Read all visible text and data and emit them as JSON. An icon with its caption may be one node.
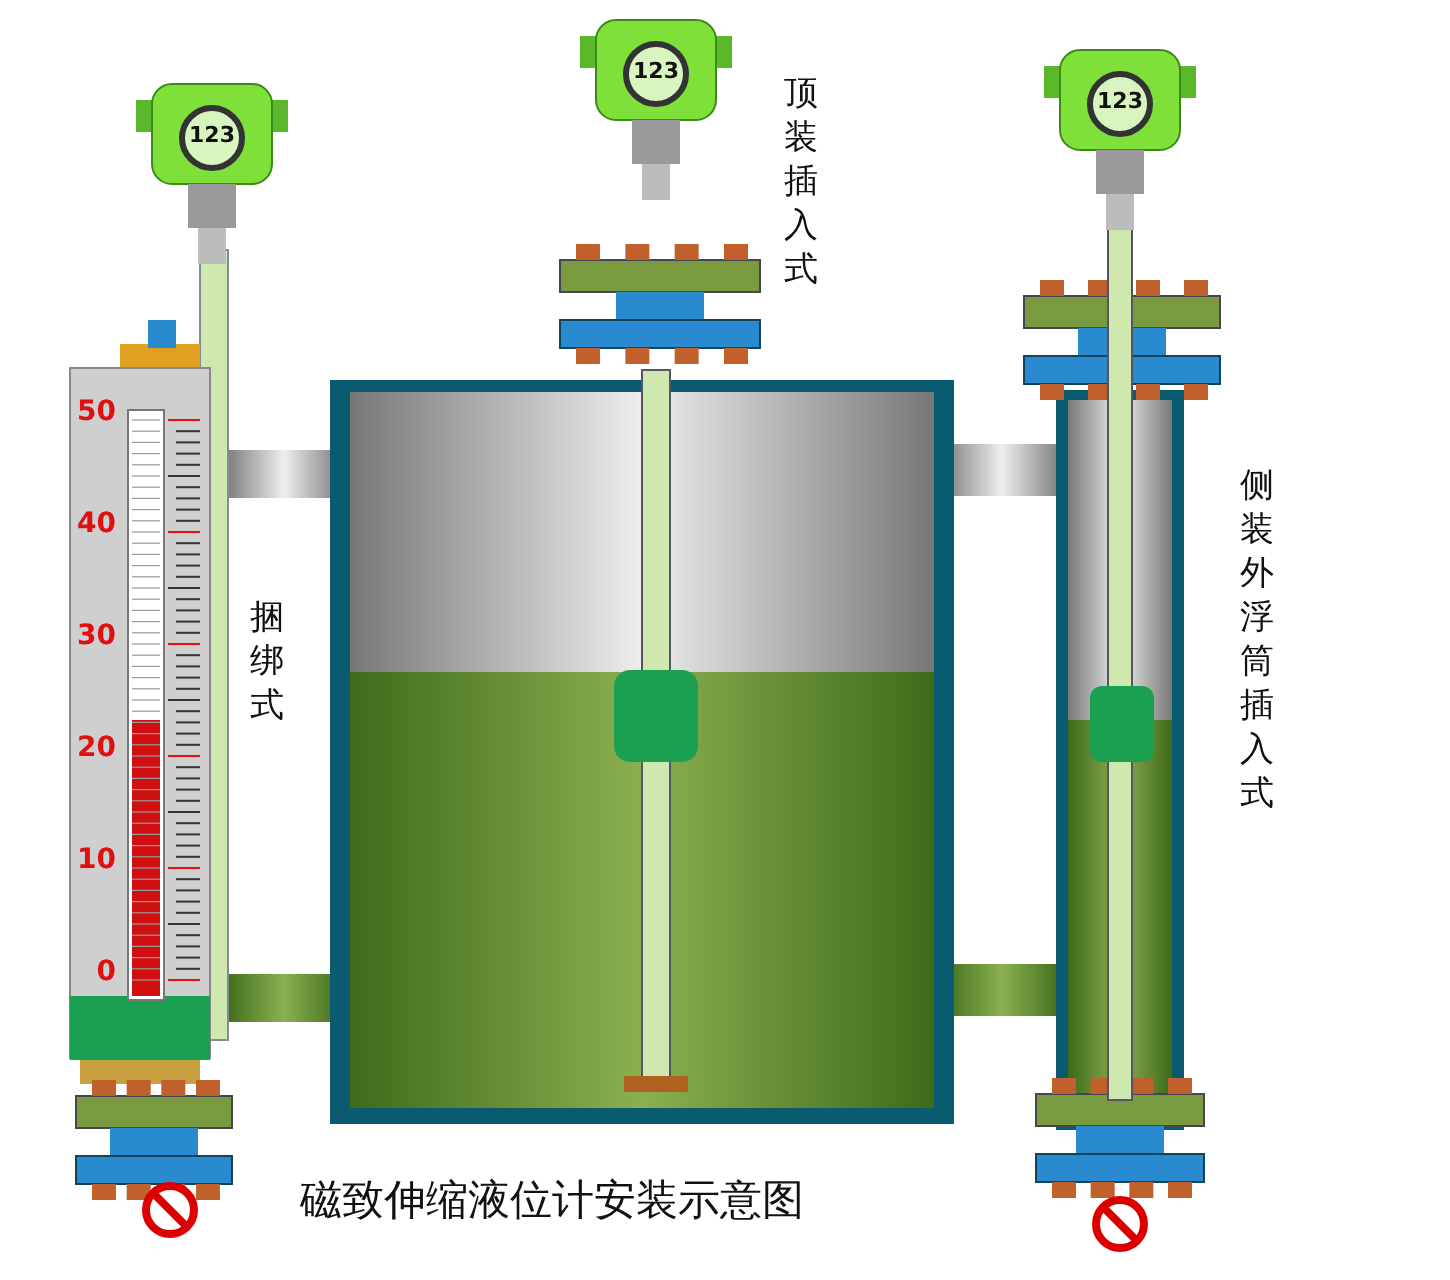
{
  "diagram": {
    "caption": "磁致伸缩液位计安装示意图",
    "labels": [
      "123",
      "顶装插入式",
      "123",
      "123",
      "50",
      "40",
      "30",
      "20",
      "10",
      "0",
      "捆绑式",
      "侧装外浮筒插入式"
    ]
  }
}
